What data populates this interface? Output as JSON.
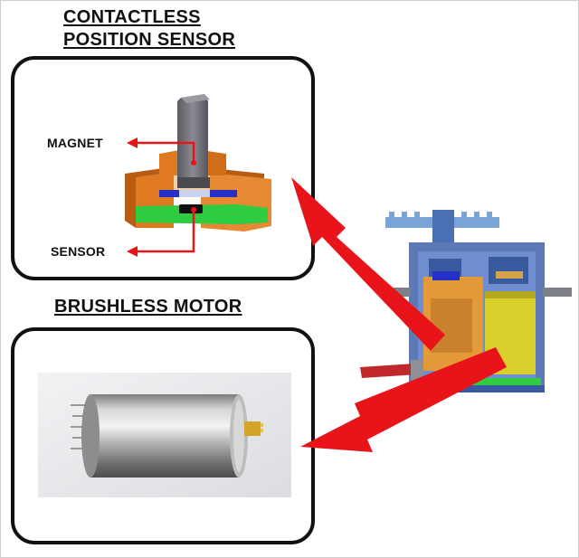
{
  "titles": {
    "sensor_line1": "CONTACTLESS",
    "sensor_line2": "POSITION SENSOR",
    "motor": "BRUSHLESS MOTOR"
  },
  "labels": {
    "magnet": "MAGNET",
    "sensor": "SENSOR"
  },
  "colors": {
    "arrow_red": "#e8141a",
    "housing_orange": "#e07a22",
    "shaft_gray": "#707076",
    "pcb_green": "#2ecc40",
    "magnet_blue": "#2530c8",
    "motor_yellow": "#d8cf2c",
    "servo_blue": "#5d79b5"
  }
}
